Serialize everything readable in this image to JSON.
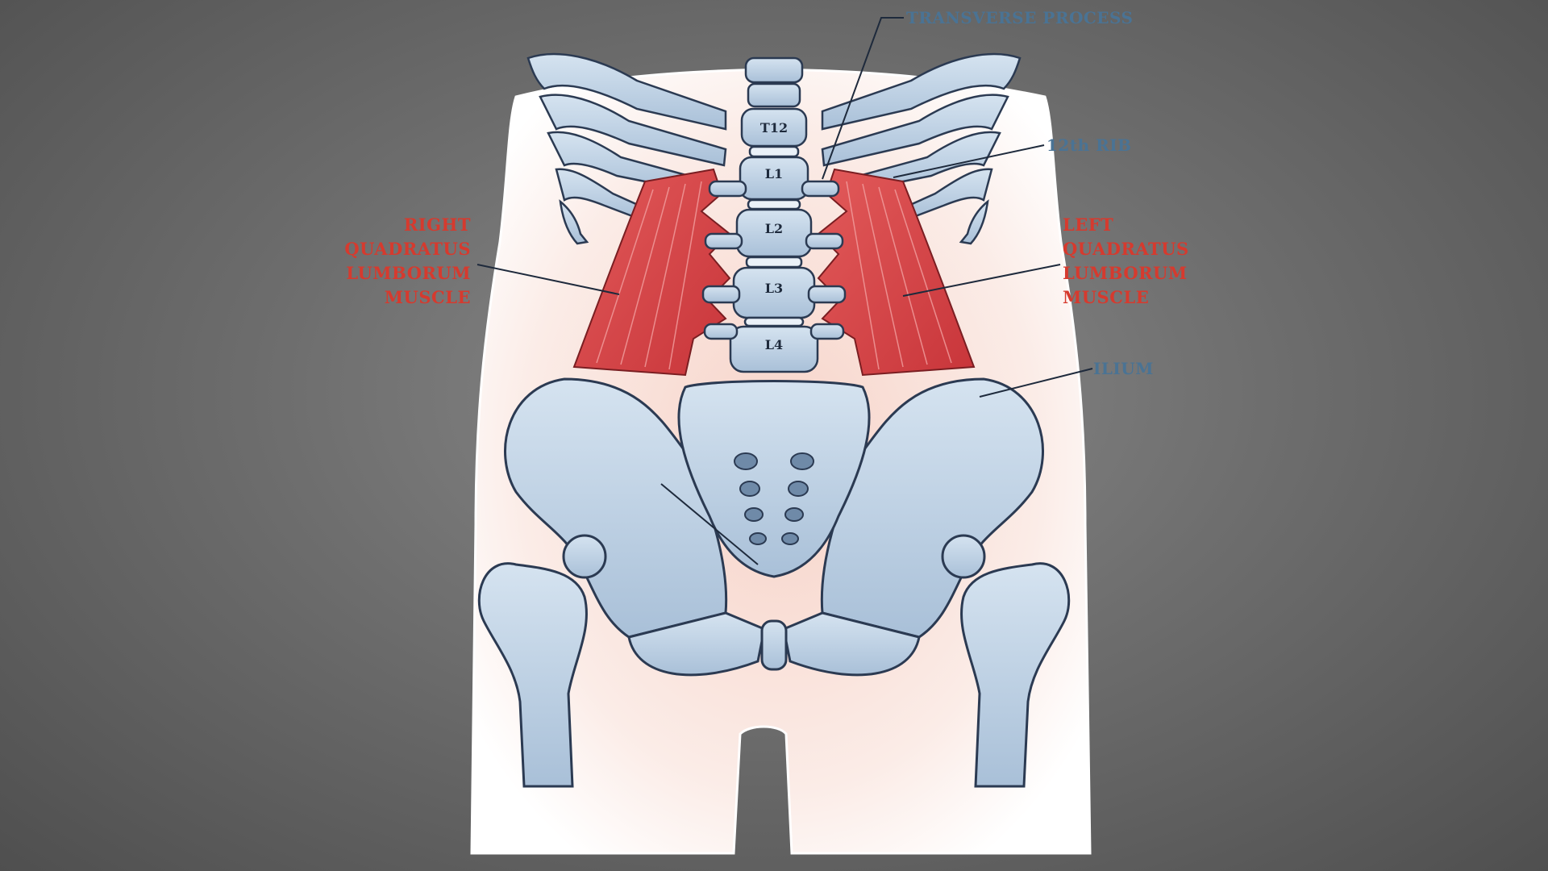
{
  "vertebrae": [
    "T12",
    "L1",
    "L2",
    "L3",
    "L4"
  ],
  "labels": {
    "transverse_process": "TRANSVERSE PROCESS",
    "rib12": "12th RIB",
    "ilium": "ILIUM",
    "right_qlm": [
      "RIGHT",
      "QUADRATUS",
      "LUMBORUM",
      "MUSCLE"
    ],
    "left_qlm": [
      "LEFT",
      "QUADRATUS",
      "LUMBORUM",
      "MUSCLE"
    ]
  },
  "colors": {
    "bone": "#c3d5e6",
    "bone_outline": "#2b3a52",
    "muscle": "#d8474a",
    "label_blue": "#4a7394",
    "label_red": "#d63a2e",
    "body_silhouette": "#fbe9e3"
  }
}
